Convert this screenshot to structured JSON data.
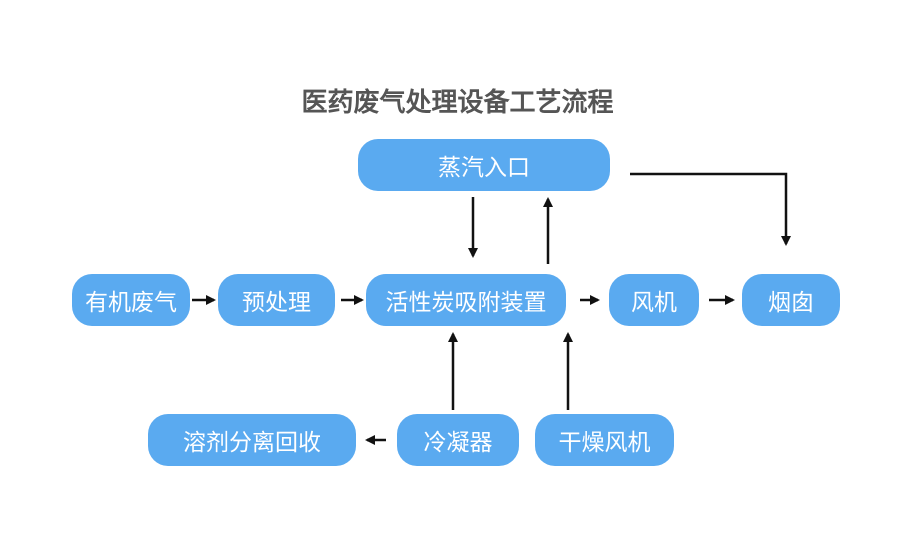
{
  "title": "医药废气处理设备工艺流程",
  "nodes": {
    "steam_inlet": "蒸汽入口",
    "organic_waste_gas": "有机废气",
    "pretreatment": "预处理",
    "carbon_adsorption": "活性炭吸附装置",
    "fan": "风机",
    "chimney": "烟囱",
    "solvent_recovery": "溶剂分离回收",
    "condenser": "冷凝器",
    "drying_fan": "干燥风机"
  },
  "colors": {
    "node_fill": "#5aaaf0",
    "node_text": "#ffffff",
    "title_text": "#555555",
    "arrow": "#111111"
  }
}
